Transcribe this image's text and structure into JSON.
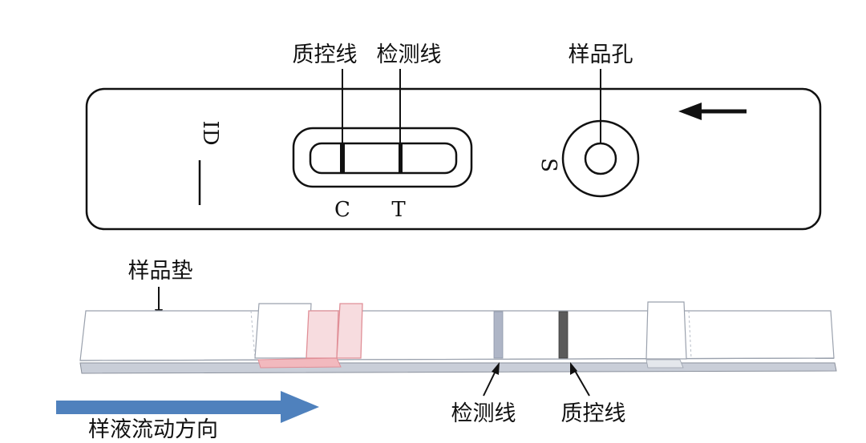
{
  "cassette": {
    "quality_control_line_label": "质控线",
    "test_line_label": "检测线",
    "sample_well_label": "样品孔",
    "id_label": "ID",
    "c_label": "C",
    "t_label": "T",
    "s_label": "S"
  },
  "strip": {
    "sample_pad_label": "样品垫",
    "test_line_label": "检测线",
    "quality_control_line_label": "质控线",
    "flow_direction_label": "样液流动方向"
  },
  "colors": {
    "flow_arrow": "#4f81bd",
    "conjugate_pad": "#e8a3a8",
    "control_line": "#555555",
    "test_line": "#9aa4b8"
  }
}
